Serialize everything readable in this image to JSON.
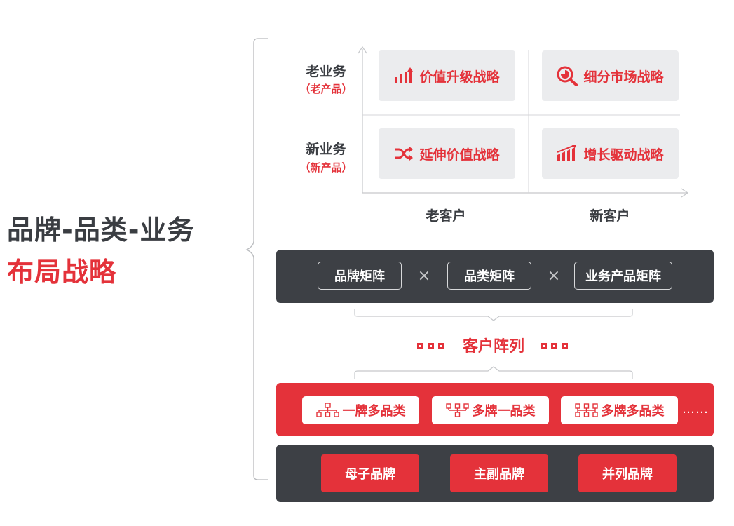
{
  "title": {
    "line1": "品牌-品类-业务",
    "line2": "布局战略"
  },
  "matrix": {
    "rows": [
      {
        "label": "老业务",
        "sub": "（老产品）"
      },
      {
        "label": "新业务",
        "sub": "（新产品）"
      }
    ],
    "columns": [
      "老客户",
      "新客户"
    ],
    "cells": [
      {
        "label": "价值升级战略",
        "icon": "bars-arrow-up-icon"
      },
      {
        "label": "细分市场战略",
        "icon": "magnifier-pie-icon"
      },
      {
        "label": "延伸价值战略",
        "icon": "shuffle-icon"
      },
      {
        "label": "增长驱动战略",
        "icon": "growth-bars-icon"
      }
    ]
  },
  "matrix_bar": {
    "items": [
      "品牌矩阵",
      "品类矩阵",
      "业务产品矩阵"
    ],
    "separator": "×"
  },
  "customer_array": {
    "label": "客户阵列"
  },
  "brand_structure": {
    "items": [
      {
        "label": "一牌多品类",
        "icon": "tree-one-brand-icon"
      },
      {
        "label": "多牌一品类",
        "icon": "tree-multi-one-icon"
      },
      {
        "label": "多牌多品类",
        "icon": "tree-multi-multi-icon"
      }
    ],
    "ellipsis": "……"
  },
  "brand_types": {
    "items": [
      "母子品牌",
      "主副品牌",
      "并列品牌"
    ]
  },
  "colors": {
    "accent": "#e4323a",
    "dark": "#3d4045",
    "cell_bg": "#ebecee"
  }
}
